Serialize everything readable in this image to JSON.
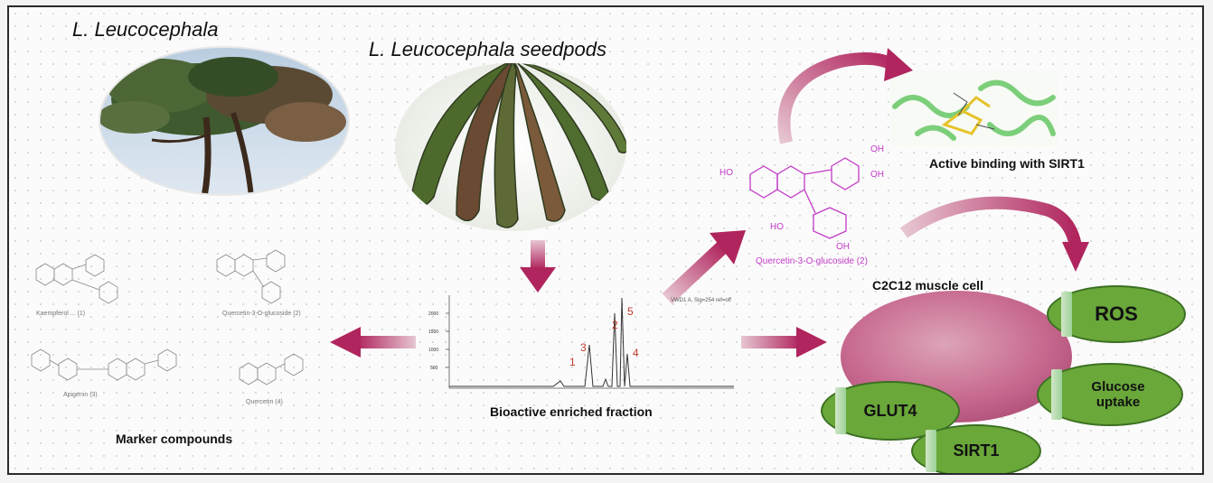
{
  "labels": {
    "tree": "L. Leucocephala",
    "seedpods": "L. Leucocephala seedpods",
    "active_binding": "Active binding with SIRT1",
    "quercetin": "Quercetin-3-O-glucoside (2)",
    "c2c12": "C2C12 muscle cell",
    "bioactive": "Bioactive enriched fraction",
    "marker": "Marker compounds"
  },
  "ovals": {
    "ros": "ROS",
    "glucose": "Glucose uptake",
    "glut4": "GLUT4",
    "sirt1": "SIRT1"
  },
  "hplc_peaks": [
    "1",
    "2",
    "3",
    "4",
    "5"
  ],
  "colors": {
    "arrow": "#b0255e",
    "oval_green": "#6aa83a",
    "cell_pink": "#c86a90",
    "molecule_pink": "#c23ac7"
  },
  "icons": [
    "tree-photo",
    "seedpods-photo",
    "protein-structure",
    "hplc-chromatogram",
    "chemical-structure"
  ]
}
